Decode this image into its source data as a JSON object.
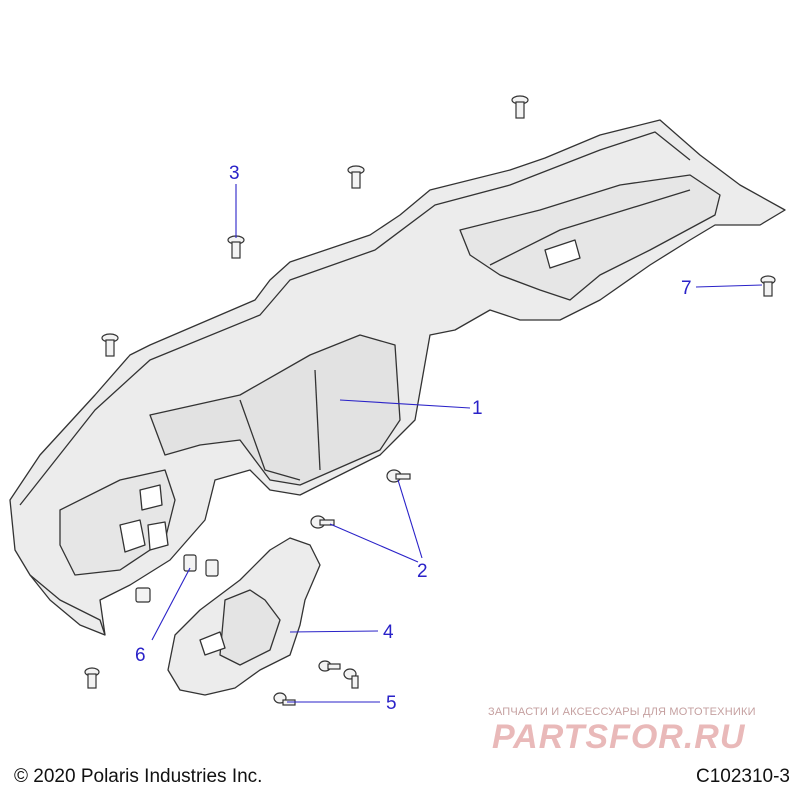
{
  "callouts": {
    "c1": "1",
    "c2": "2",
    "c3": "3",
    "c4": "4",
    "c5": "5",
    "c6": "6",
    "c7": "7"
  },
  "footer": {
    "copyright": "© 2020 Polaris Industries Inc.",
    "diagram_code": "C102310-3"
  },
  "watermark": {
    "tagline": "ЗАПЧАСТИ И АКСЕССУАРЫ ДЛЯ МОТОТЕХНИКИ",
    "logo": "PARTSFOR.RU"
  },
  "colors": {
    "callout": "#2a22c8",
    "line": "#2a22c8",
    "part_fill": "#ececec",
    "part_stroke": "#333333"
  }
}
